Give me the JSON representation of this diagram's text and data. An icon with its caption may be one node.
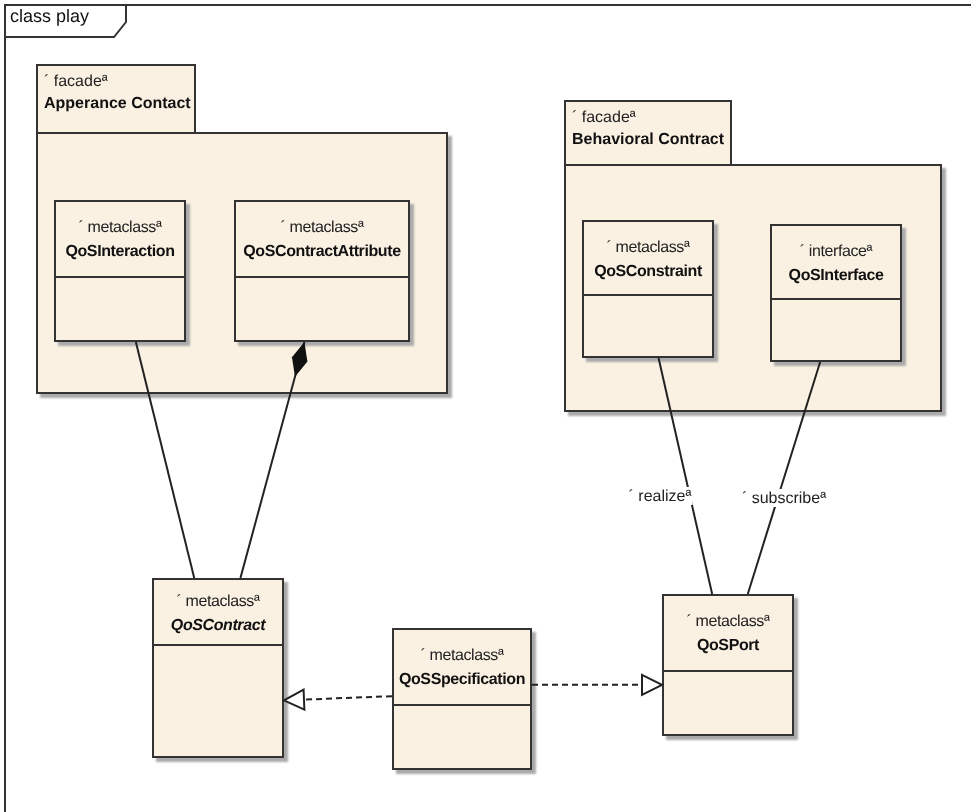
{
  "diagram": {
    "title": "class play",
    "nodes": [
      {
        "text": [
          "´ facadeª",
          "Apperance Contact"
        ]
      },
      {
        "text": [
          "´ metaclassª",
          "QoSInteraction"
        ],
        "in": 0
      },
      {
        "text": [
          "´ metaclassª",
          "QoSContractAttribute"
        ],
        "in": 0
      },
      {
        "text": [
          "´ facadeª",
          "Behavioral Contract"
        ]
      },
      {
        "text": [
          "´ metaclassª",
          "QoSConstraint"
        ],
        "in": 3
      },
      {
        "text": [
          "´ interfaceª",
          "QoSInterface"
        ],
        "in": 3
      },
      {
        "text": [
          "´ metaclassª",
          "QoSContract"
        ]
      },
      {
        "text": [
          "´ metaclassª",
          "QoSSpecification"
        ]
      },
      {
        "text": [
          "´ metaclassª",
          "QoSPort"
        ]
      }
    ],
    "edges": [
      {
        "from": 1,
        "to": 6,
        "arrow": "none"
      },
      {
        "from": 6,
        "to": 2,
        "arrow": "other"
      },
      {
        "from": 4,
        "to": 8,
        "arrow": "none",
        "label": "´ realizeª"
      },
      {
        "from": 5,
        "to": 8,
        "arrow": "none",
        "label": "´ subscribeª"
      },
      {
        "from": 7,
        "to": 6,
        "arrow": "to",
        "style": "dashed"
      },
      {
        "from": 7,
        "to": 8,
        "arrow": "to",
        "style": "dashed"
      }
    ]
  }
}
